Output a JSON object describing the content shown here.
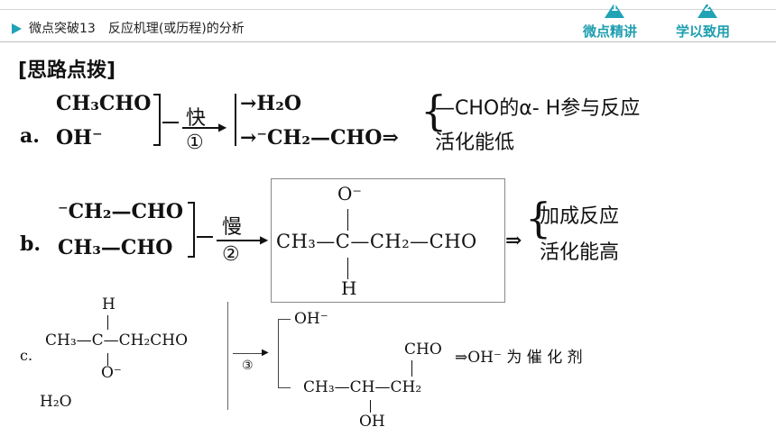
{
  "header": {
    "title": "微点突破13　反应机理(或历程)的分析",
    "nav": [
      {
        "num": "1",
        "label": "微点精讲"
      },
      {
        "num": "2",
        "label": "学以致用"
      }
    ]
  },
  "section_title": "[思路点拨]",
  "a": {
    "label": "a.",
    "r1": "CH₃CHO",
    "r2": "OH⁻",
    "cond": "快",
    "step": "①",
    "p1": "→H₂O",
    "p2": "→⁻CH₂—CHO⇒",
    "n1": "—CHO的α- H参与反应",
    "n2": "活化能低"
  },
  "b": {
    "label": "b.",
    "r1": "⁻CH₂—CHO",
    "r2": "CH₃—CHO",
    "cond": "慢",
    "step": "②",
    "top_o": "O⁻",
    "chain": "CH₃—C—CH₂—CHO",
    "bottom_h": "H",
    "arrow": "⇒",
    "n1": "加成反应",
    "n2": "活化能高"
  },
  "c": {
    "label": "c.",
    "top_h": "H",
    "chain": "CH₃—C—CH₂CHO",
    "bottom_o": "O⁻",
    "water": "H₂O",
    "step": "③",
    "p1": "OH⁻",
    "cho": "CHO",
    "p2": "CH₃—CH—CH₂",
    "oh": "OH",
    "note": "⇒OH⁻ 为 催 化 剂"
  }
}
